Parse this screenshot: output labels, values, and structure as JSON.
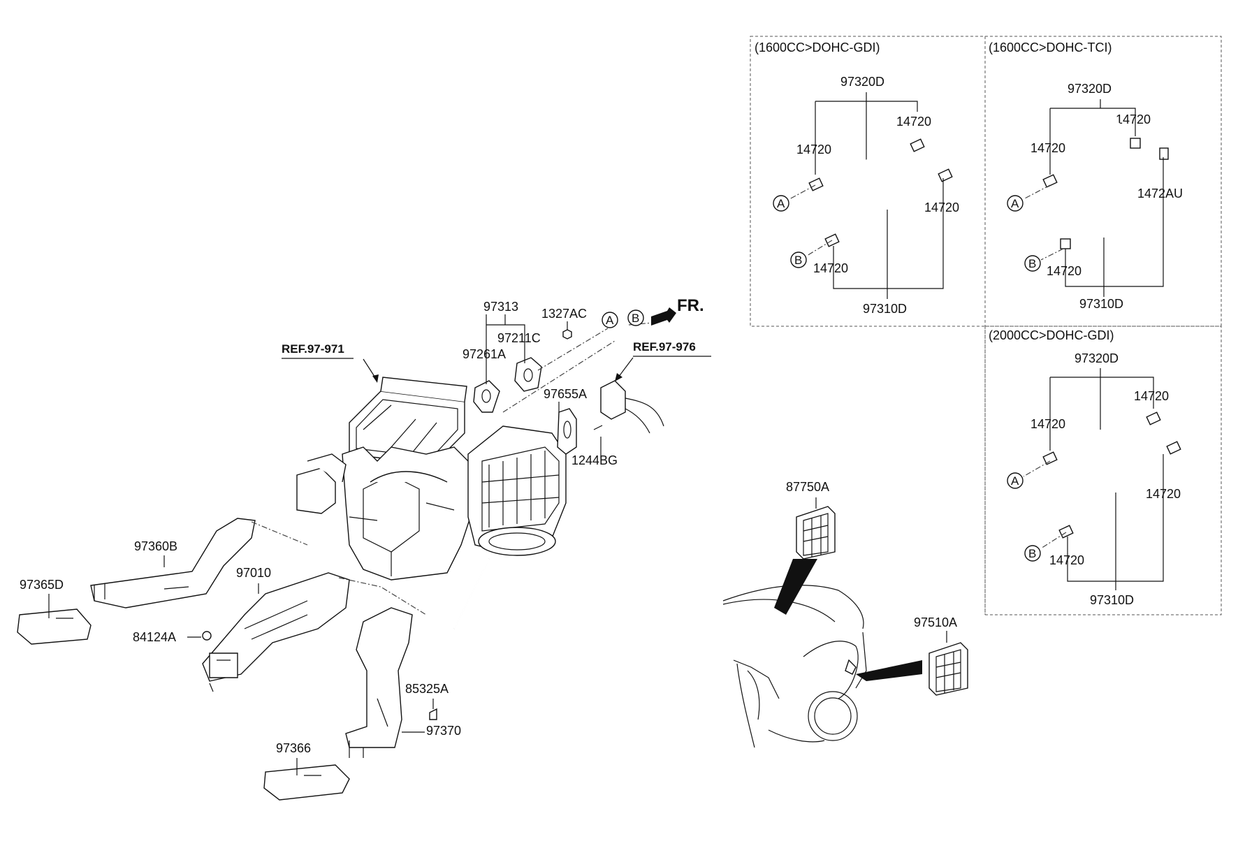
{
  "labels": {
    "ref_97971": "REF.97-971",
    "ref_97976": "REF.97-976",
    "fr": "FR.",
    "p97313": "97313",
    "p1327AC": "1327AC",
    "p97211C": "97211C",
    "p97261A": "97261A",
    "p97655A": "97655A",
    "p1244BG": "1244BG",
    "p97360B": "97360B",
    "p97365D": "97365D",
    "p97010": "97010",
    "p84124A": "84124A",
    "p85325A": "85325A",
    "p97370": "97370",
    "p97366": "97366",
    "p87750A": "87750A",
    "p97510A": "97510A",
    "circle_a": "A",
    "circle_b": "B"
  },
  "panels": {
    "gdi1600": {
      "header": "(1600CC>DOHC-GDI)",
      "upper_hose": "97320D",
      "lower_hose": "97310D",
      "clamp_left_top": "14720",
      "clamp_right_top": "14720",
      "clamp_right_mid": "14720",
      "clamp_left_bottom": "14720",
      "circle_a": "A",
      "circle_b": "B"
    },
    "tci1600": {
      "header": "(1600CC>DOHC-TCI)",
      "upper_hose": "97320D",
      "lower_hose": "97310D",
      "clamp_left_top": "14720",
      "clamp_right_top": "14720",
      "clamp_special": "1472AU",
      "clamp_left_bottom": "14720",
      "circle_a": "A",
      "circle_b": "B"
    },
    "gdi2000": {
      "header": "(2000CC>DOHC-GDI)",
      "upper_hose": "97320D",
      "lower_hose": "97310D",
      "clamp_left_top": "14720",
      "clamp_right_top": "14720",
      "clamp_right_mid": "14720",
      "clamp_left_bottom": "14720",
      "circle_a": "A",
      "circle_b": "B"
    }
  }
}
